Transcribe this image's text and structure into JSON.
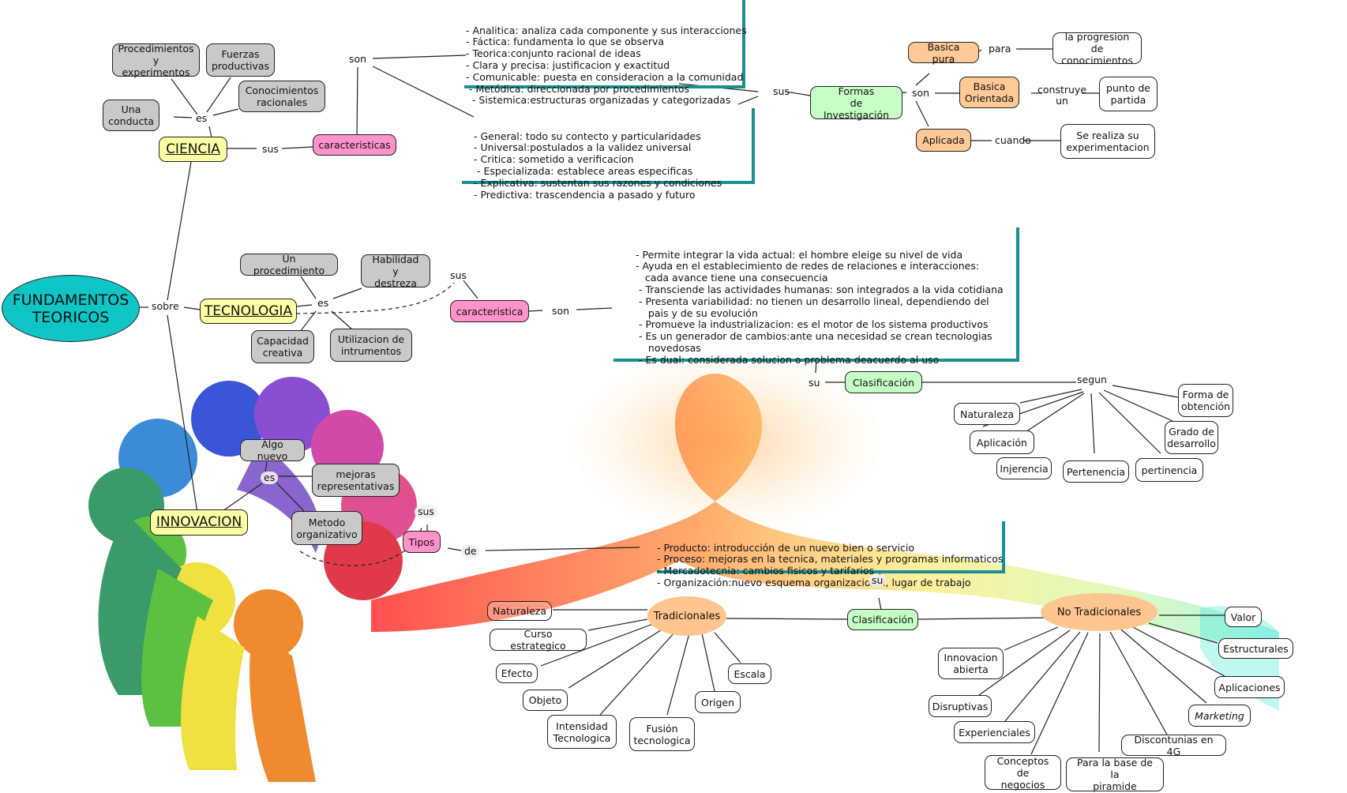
{
  "root": {
    "label": "FUNDAMENTOS\nTEORICOS",
    "color": "#0fc5c5"
  },
  "root_link": "sobre",
  "ciencia": {
    "label": "CIENCIA",
    "es_link": "es",
    "es_items": [
      "Procedimientos\ny experimentos",
      "Fuerzas\nproductivas",
      "Conocimientos\nracionales",
      "Una\nconducta"
    ],
    "sus_link": "sus",
    "caracteristicas_label": "caracteristicas",
    "son_link": "son",
    "list_a": [
      "- Analitica: analiza cada componente y sus interacciones",
      "- Fáctica: fundamenta lo que se observa",
      "- Teorica:conjunto racional de ideas",
      "- Clara y precisa: justificacion y exactitud",
      "- Comunicable: puesta en consideracion a la comunidad",
      " - Metódica: direccionada por procedimientos",
      "  - Sistemica:estructuras organizadas y categorizadas"
    ],
    "list_b": [
      "- General: todo su contecto y particularidades",
      "- Universal:postulados a la validez universal",
      "- Critica: sometido a verificacion",
      " - Especializada: establece areas especificas",
      "- Explicativa: sustentan sus razones y condiciones",
      "- Predictiva: trascendencia a pasado y futuro"
    ],
    "sus2_link": "sus",
    "formas": {
      "label": "Formas\nde Investigación",
      "son_link": "son",
      "items": [
        {
          "label": "Basica pura",
          "link": "para",
          "target": "la progresion de\nconocimientos"
        },
        {
          "label": "Basica\nOrientada",
          "link": "construye\nun",
          "target": "punto de\npartida"
        },
        {
          "label": "Aplicada",
          "link": "cuando",
          "target": "Se realiza su\nexperimentacion"
        }
      ]
    }
  },
  "tecnologia": {
    "label": "TECNOLOGIA",
    "es_link": "es",
    "es_items": [
      "Un procedimiento",
      "Habilidad y\ndestreza",
      "Capacidad\ncreativa",
      "Utilizacion de\nintrumentos"
    ],
    "sus_link": "sus",
    "caracteristica_label": "caracteristica",
    "son_link": "son",
    "list": [
      "- Permite integrar la vida actual: el hombre eleige su nivel de vida",
      "- Ayuda en el establecimiento de redes de relaciones e interacciones:",
      "   cada avance tiene una consecuencia",
      " - Transciende las actividades humanas: son integrados a la vida cotidiana",
      " - Presenta variabilidad: no tienen un desarrollo lineal, dependiendo del",
      "    pais y de su evolución",
      " - Promueve la industrializacion: es el motor de los sistema productivos",
      " - Es un generador de cambios:ante una necesidad se crean tecnologias",
      "    novedosas",
      " - Es dual: considerada solucion o problema deacuerdo al uso"
    ],
    "su_link": "su",
    "clasificacion_label": "Clasificación",
    "segun_link": "segun",
    "segun_items": [
      "Naturaleza",
      "Aplicación",
      "Injerencia",
      "Pertenencia",
      "pertinencia",
      "Grado de\ndesarrollo",
      "Forma de\nobtención"
    ]
  },
  "innovacion": {
    "label": "INNOVACION",
    "es_link": "es",
    "es_items": [
      "Algo nuevo",
      "mejoras\nrepresentativas",
      "Metodo\norganizativo"
    ],
    "sus_link": "sus",
    "tipos_label": "Tipos",
    "de_link": "de",
    "tipos_list": [
      "- Producto: introducción de un nuevo bien o servicio",
      "- Proceso: mejoras en la tecnica, materiales y programas informaticos",
      "- Mercadotecnia: cambios fisicos y tarifarios",
      "- Organización:nuevo esquema organizacional, lugar de trabajo"
    ],
    "su_link": "su",
    "clasificacion_label": "Clasificación",
    "tradicionales": {
      "label": "Tradicionales",
      "items": [
        "Naturaleza",
        "Curso estrategico",
        "Efecto",
        "Objeto",
        "Intensidad\nTecnologica",
        "Fusión\ntecnologica",
        "Origen",
        "Escala"
      ]
    },
    "no_tradicionales": {
      "label": "No Tradicionales",
      "items": [
        "Innovacion\nabierta",
        "Disruptivas",
        "Experienciales",
        "Conceptos de\nnegocios",
        "Para la base de la\npiramide",
        "Discontunias en 4G",
        "Marketing",
        "Aplicaciones",
        "Estructurales",
        "Valor"
      ]
    }
  },
  "colors": {
    "concept_gray": "#c9c9c9",
    "main_yellow": "#ffffa6",
    "pink": "#ff93c9",
    "green": "#c6ffc6",
    "orange": "#ffc996",
    "frame_teal": "#1a9090"
  }
}
